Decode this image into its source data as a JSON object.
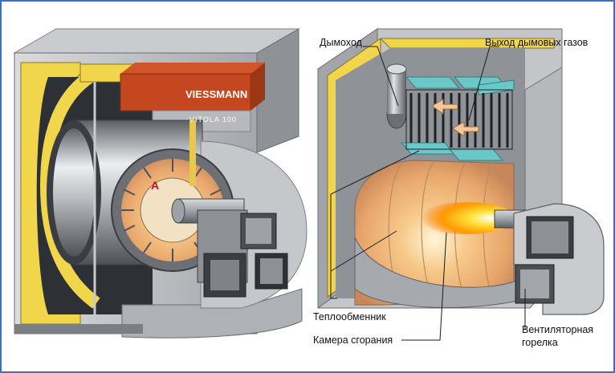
{
  "left_unit": {
    "brand": "VIESSMANN",
    "model": "VITOLA 100",
    "marker": "A"
  },
  "labels": {
    "chimney": "Дымоход",
    "flue_outlet": "Выход дымовых газов",
    "heat_exchanger": "Теплообменник",
    "combustion_chamber": "Камера сгорания",
    "fan_burner_line1": "Вентиляторная",
    "fan_burner_line2": "горелка"
  }
}
